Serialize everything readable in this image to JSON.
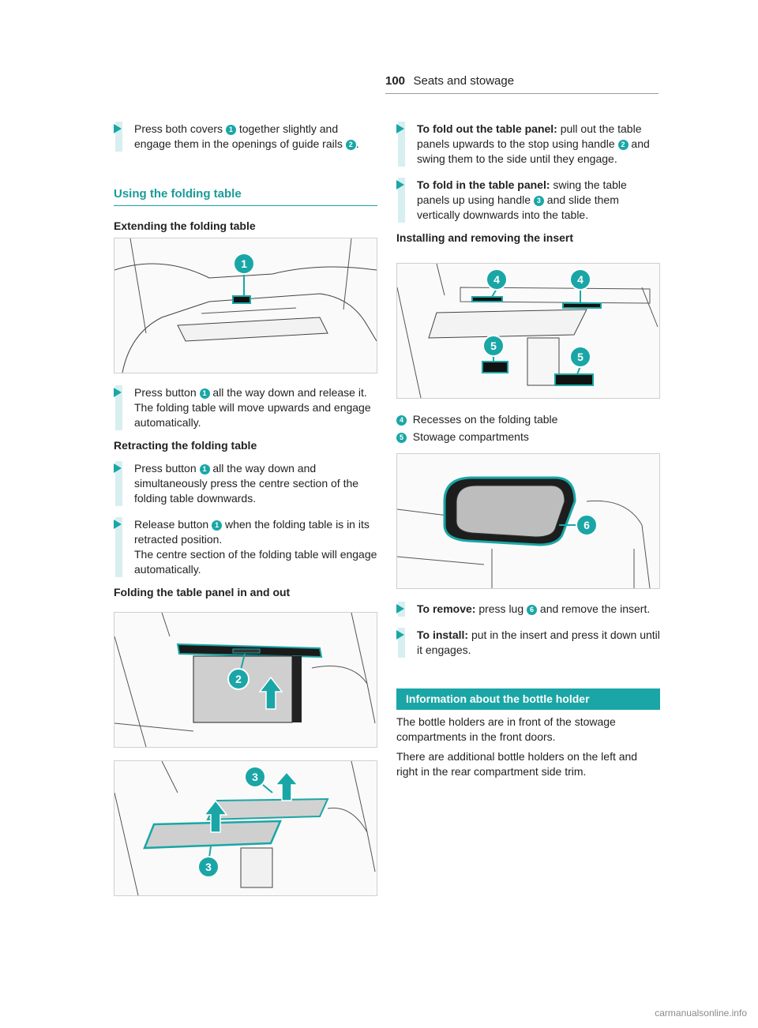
{
  "header": {
    "page_number": "100",
    "title": "Seats and stowage"
  },
  "left": {
    "step_covers": {
      "before": "Press both covers ",
      "n1": "1",
      "mid": " together slightly and engage them in the openings of guide rails ",
      "n2": "2",
      "after": "."
    },
    "section_title": "Using the folding table",
    "extending_heading": "Extending the folding table",
    "fig1": {
      "callout": "1"
    },
    "step_extend": {
      "before": "Press button ",
      "n1": "1",
      "after": " all the way down and release it.",
      "line2": "The folding table will move upwards and engage automatically."
    },
    "retracting_heading": "Retracting the folding table",
    "step_retract1": {
      "before": "Press button ",
      "n1": "1",
      "after": " all the way down and simultaneously press the centre section of the folding table downwards."
    },
    "step_retract2": {
      "before": "Release button ",
      "n1": "1",
      "after": " when the folding table is in its retracted position.",
      "line2": "The centre section of the folding table will engage automatically."
    },
    "folding_heading": "Folding the table panel in and out",
    "fig2": {
      "callout": "2"
    },
    "fig3": {
      "callout_top": "3",
      "callout_bottom": "3"
    }
  },
  "right": {
    "step_foldout": {
      "label": "To fold out the table panel:",
      "before": " pull out the table panels upwards to the stop using handle ",
      "n": "2",
      "after": " and swing them to the side until they engage."
    },
    "step_foldin": {
      "label": "To fold in the table panel:",
      "before": " swing the table panels up using handle ",
      "n": "3",
      "after": " and slide them vertically downwards into the table."
    },
    "insert_heading": "Installing and removing the insert",
    "fig4": {
      "c4a": "4",
      "c4b": "4",
      "c5a": "5",
      "c5b": "5"
    },
    "legend": [
      {
        "n": "4",
        "text": "Recesses on the folding table"
      },
      {
        "n": "5",
        "text": "Stowage compartments"
      }
    ],
    "fig5": {
      "callout": "6"
    },
    "step_remove": {
      "label": "To remove:",
      "before": " press lug ",
      "n": "6",
      "after": " and remove the insert."
    },
    "step_install": {
      "label": "To install:",
      "text": " put in the insert and press it down until it engages."
    },
    "info_title": "Information about the bottle holder",
    "info_p1": "The bottle holders are in front of the stowage compartments in the front doors.",
    "info_p2": "There are additional bottle holders on the left and right in the rear compartment side trim."
  },
  "footer": {
    "watermark": "carmanualsonline.info"
  },
  "colors": {
    "accent": "#1aa6a6",
    "light_bar": "#d8efef"
  }
}
